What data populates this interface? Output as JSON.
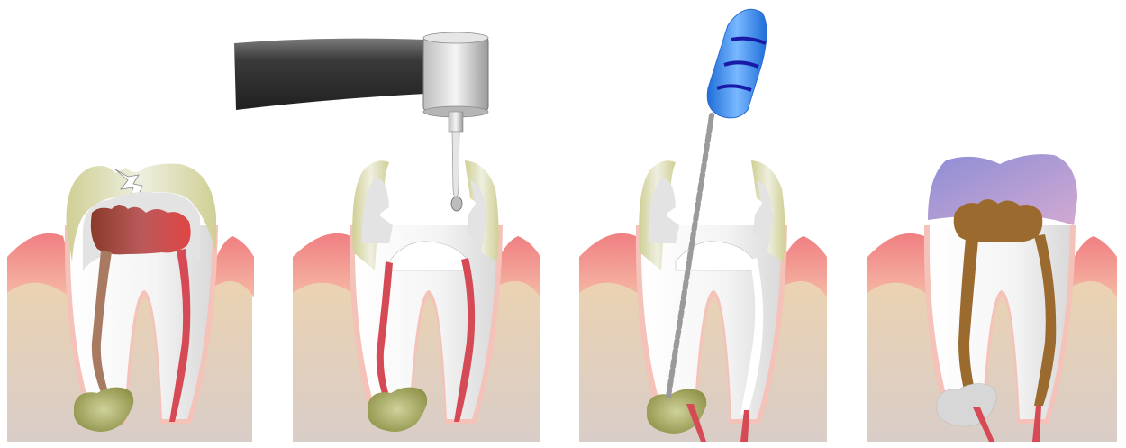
{
  "title": "",
  "caption": "",
  "panels": [
    {
      "id": "infected-tooth",
      "label": ""
    },
    {
      "id": "drilling-access",
      "label": ""
    },
    {
      "id": "cleaning-canal",
      "label": ""
    },
    {
      "id": "filled-crowned",
      "label": ""
    }
  ],
  "colors": {
    "gum_pink": "#f08a8a",
    "gum_light": "#f6b0a6",
    "bone": "#e8cfae",
    "bone_lower": "#d8c8c0",
    "enamel_olive": "#c9c98f",
    "dentin": "#d9d9d9",
    "pulp_infected": "#d94a4a",
    "pulp_red": "#d64a55",
    "abscess": "#9aa055",
    "drill_dark": "#3a3a3a",
    "file_handle": "#3b8ff0",
    "file_ring": "#1a1aa8",
    "file_shaft": "#9a9a9a",
    "filling_brown": "#9b6a2e",
    "crown_top": "#a9a6d9",
    "healed_lesion": "#d0d0d0"
  },
  "icons": {
    "drill": "dental-drill-icon",
    "file": "endodontic-file-icon"
  }
}
